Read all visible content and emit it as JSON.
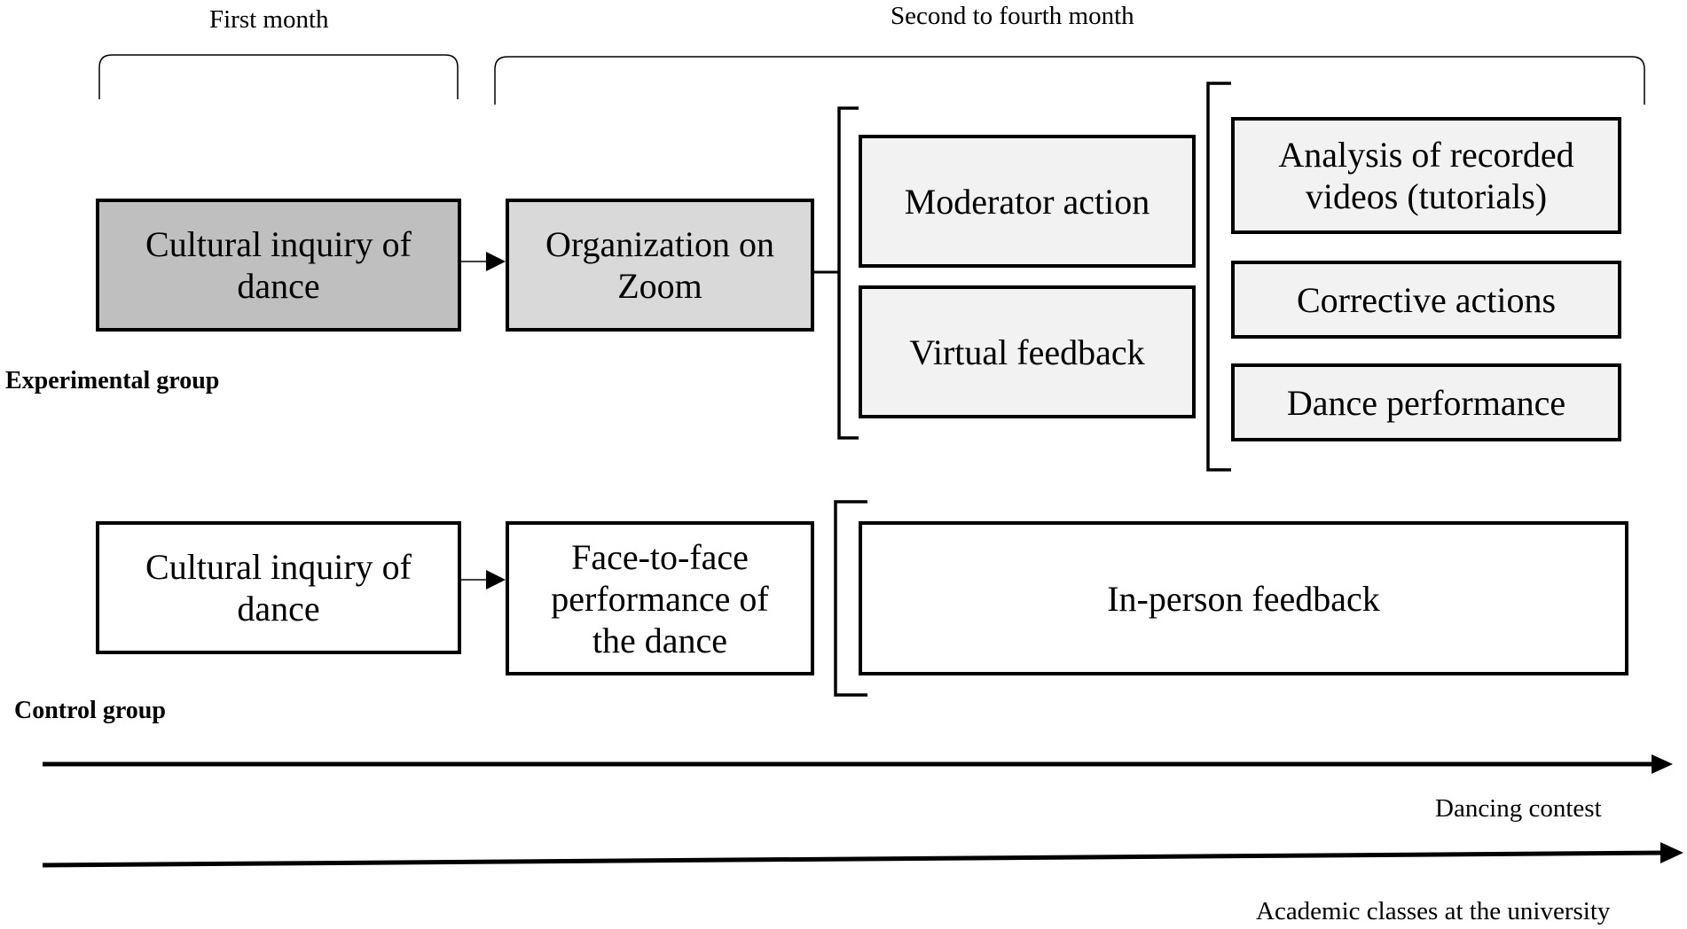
{
  "headers": {
    "first_month": "First month",
    "second_to_fourth": "Second to fourth month"
  },
  "groups": {
    "experimental": "Experimental group",
    "control": "Control group"
  },
  "experimental": {
    "inquiry": "Cultural inquiry of dance",
    "organization": "Organization on Zoom",
    "moderator": "Moderator action",
    "virtual_feedback": "Virtual feedback",
    "analysis": "Analysis of recorded videos (tutorials)",
    "corrective": "Corrective actions",
    "performance": "Dance performance"
  },
  "control": {
    "inquiry": "Cultural inquiry of dance",
    "face_to_face": "Face-to-face performance of the dance",
    "in_person": "In-person feedback"
  },
  "timelines": {
    "dancing_contest": "Dancing contest",
    "academic_classes": "Academic classes at the university"
  }
}
